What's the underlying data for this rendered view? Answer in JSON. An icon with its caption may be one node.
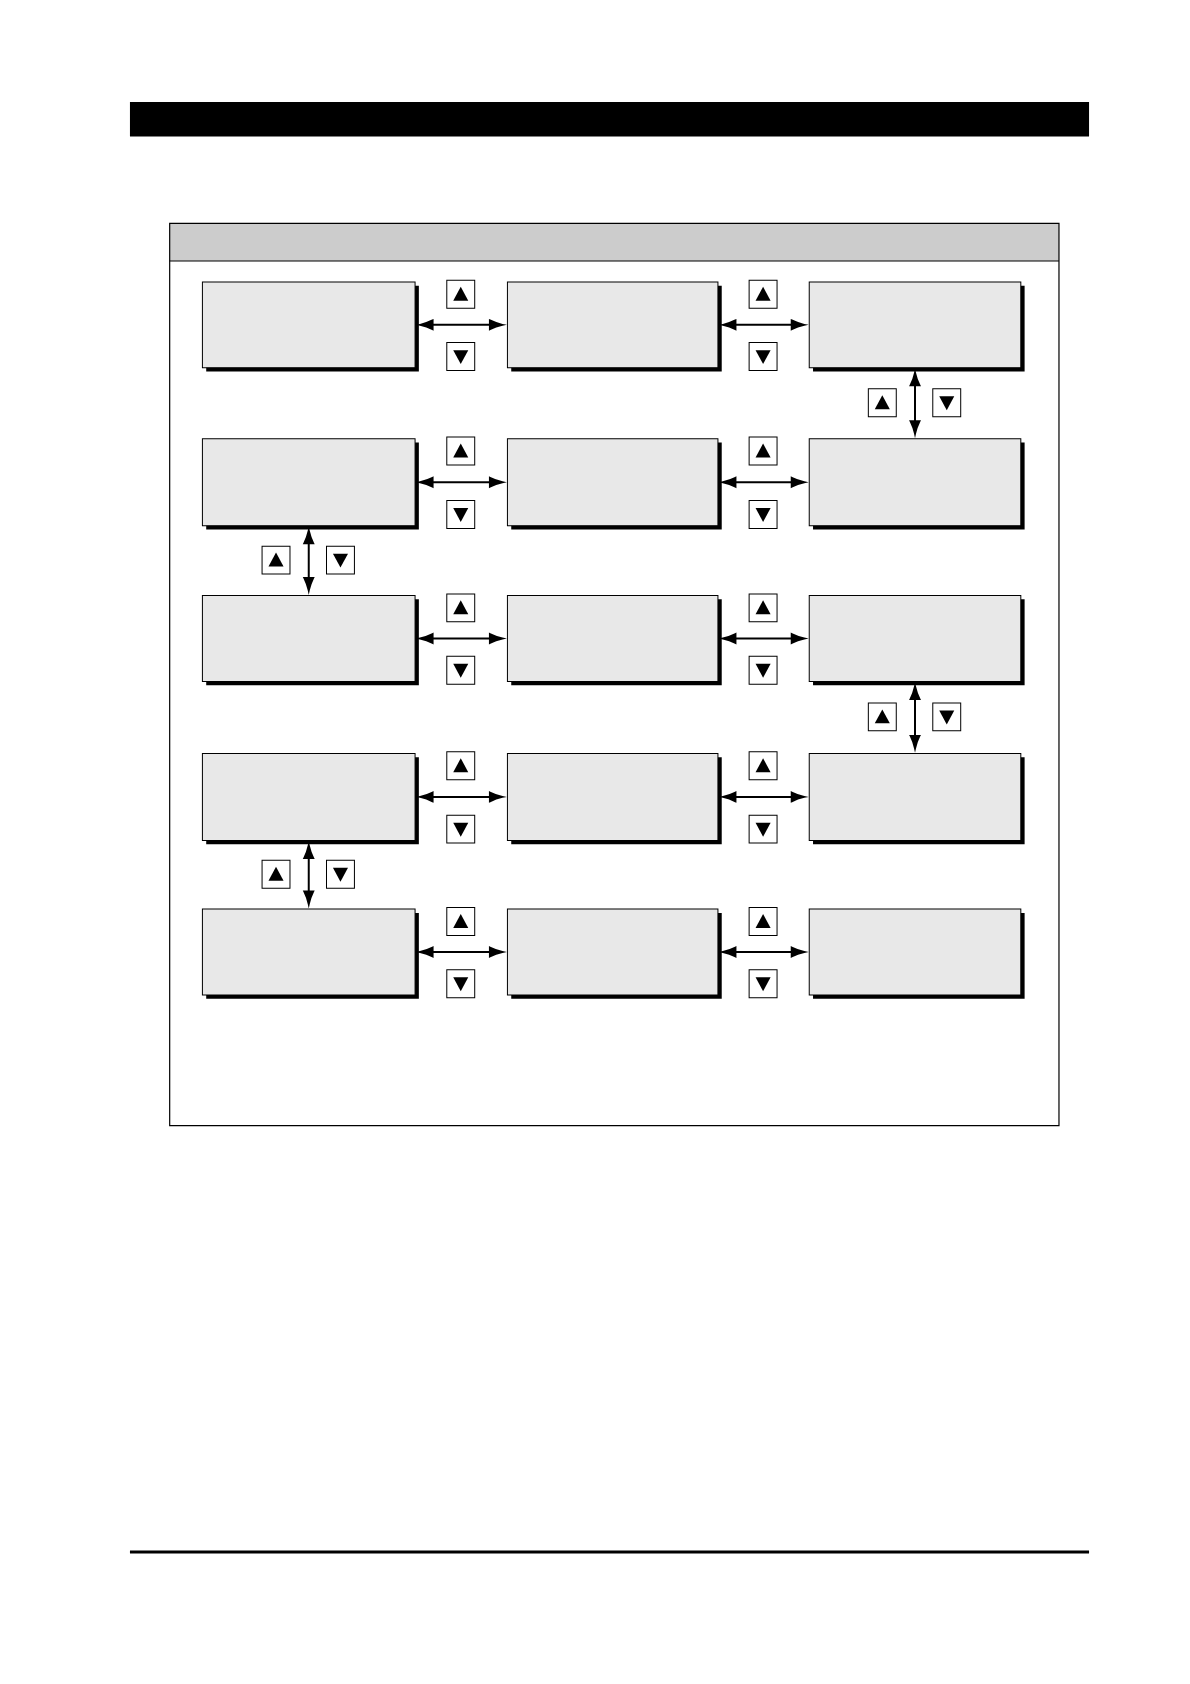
{
  "diagram": {
    "nodes": [
      {
        "text": [],
        "shape": "box"
      },
      {
        "text": [],
        "shape": "box"
      },
      {
        "text": [],
        "shape": "box"
      },
      {
        "text": [],
        "shape": "box"
      },
      {
        "text": [],
        "shape": "box"
      },
      {
        "text": [],
        "shape": "box"
      },
      {
        "text": [],
        "shape": "box"
      },
      {
        "text": [],
        "shape": "box"
      },
      {
        "text": [],
        "shape": "box"
      },
      {
        "text": [],
        "shape": "box"
      },
      {
        "text": [],
        "shape": "box"
      },
      {
        "text": [],
        "shape": "box"
      },
      {
        "text": [],
        "shape": "box"
      },
      {
        "text": [],
        "shape": "box"
      },
      {
        "text": [],
        "shape": "box"
      }
    ],
    "edges": [
      {
        "from": 0,
        "to": 1,
        "arrow": "both"
      },
      {
        "from": 1,
        "to": 2,
        "arrow": "both"
      },
      {
        "from": 2,
        "to": 5,
        "arrow": "both"
      },
      {
        "from": 3,
        "to": 4,
        "arrow": "both"
      },
      {
        "from": 4,
        "to": 5,
        "arrow": "both"
      },
      {
        "from": 3,
        "to": 6,
        "arrow": "both"
      },
      {
        "from": 6,
        "to": 7,
        "arrow": "both"
      },
      {
        "from": 7,
        "to": 8,
        "arrow": "both"
      },
      {
        "from": 8,
        "to": 11,
        "arrow": "both"
      },
      {
        "from": 9,
        "to": 10,
        "arrow": "both"
      },
      {
        "from": 10,
        "to": 11,
        "arrow": "both"
      },
      {
        "from": 9,
        "to": 12,
        "arrow": "both"
      },
      {
        "from": 12,
        "to": 13,
        "arrow": "both"
      },
      {
        "from": 13,
        "to": 14,
        "arrow": "both"
      }
    ]
  }
}
